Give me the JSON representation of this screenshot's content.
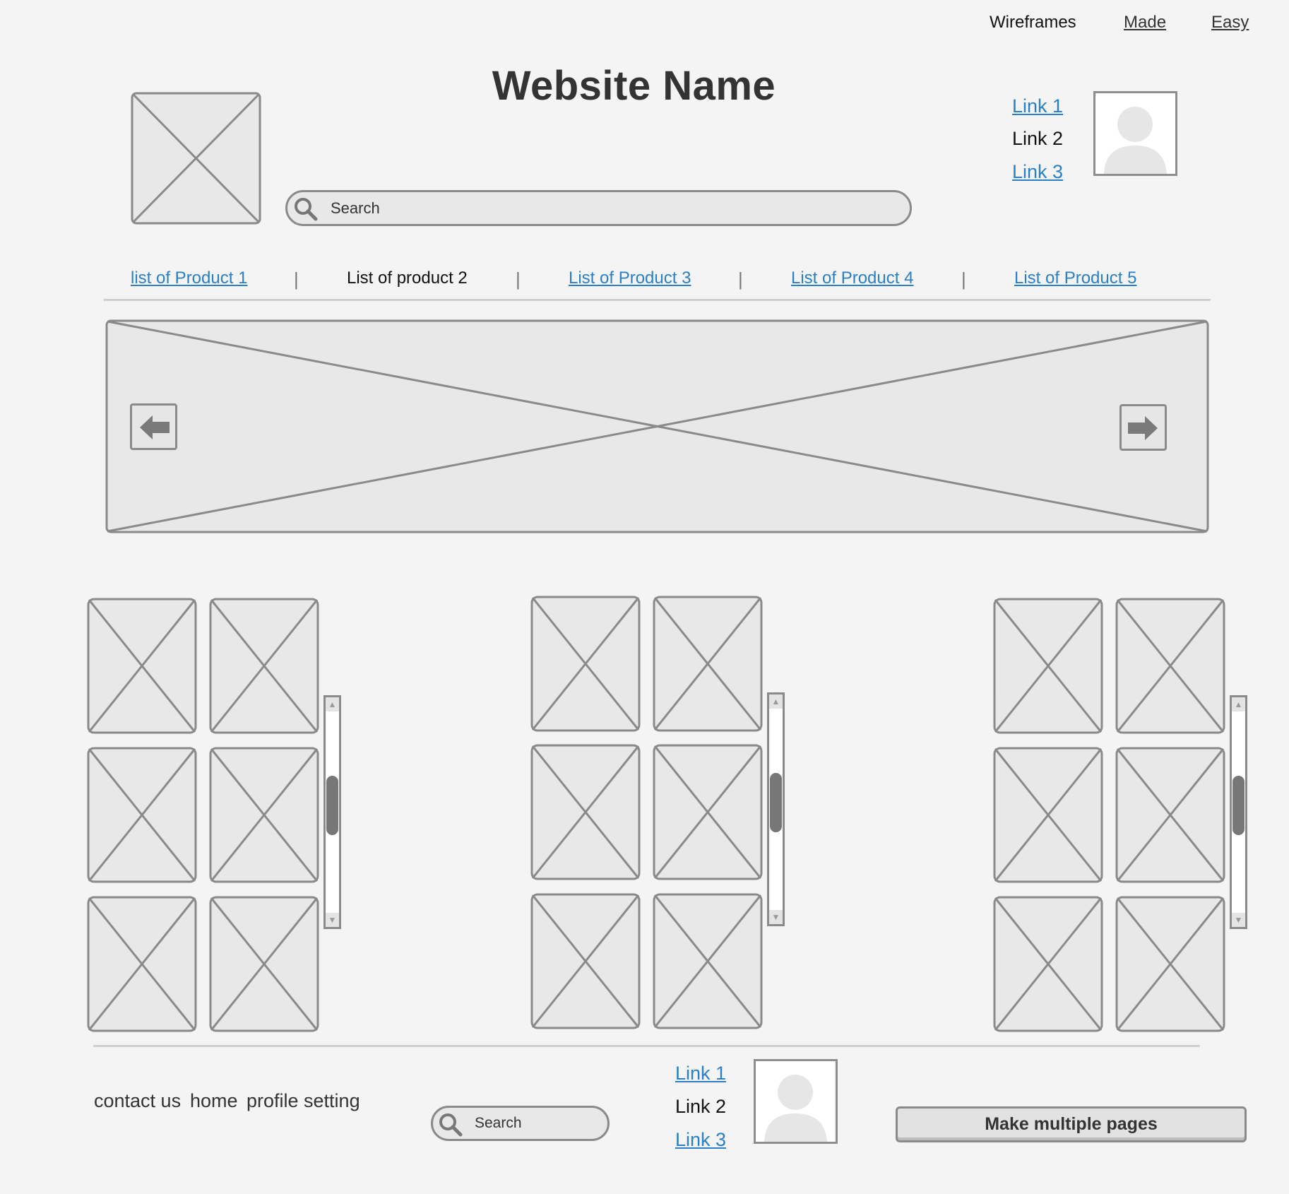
{
  "top_nav": [
    "Wireframes",
    "Made",
    "Easy"
  ],
  "header": {
    "site_name": "Website Name",
    "search_placeholder": "Search",
    "links": [
      "Link 1",
      "Link 2",
      "Link 3"
    ]
  },
  "product_tabs": [
    "list of Product 1",
    "List of product 2",
    "List of Product 3",
    "List of Product 4",
    "List of Product 5"
  ],
  "separator": "|",
  "footer": {
    "nav": [
      "contact us",
      "home",
      "profile setting"
    ],
    "search_placeholder": "Search",
    "links": [
      "Link 1",
      "Link 2",
      "Link 3"
    ],
    "button_label": "Make multiple pages"
  },
  "colors": {
    "background": "#f4f4f4",
    "link": "#2a7fc5",
    "placeholder_fill": "#e8e8e8",
    "placeholder_stroke": "#8a8a8a"
  },
  "icons": [
    "search-icon",
    "user-avatar-icon",
    "arrow-left-icon",
    "arrow-right-icon",
    "scroll-up-icon",
    "scroll-down-icon"
  ]
}
